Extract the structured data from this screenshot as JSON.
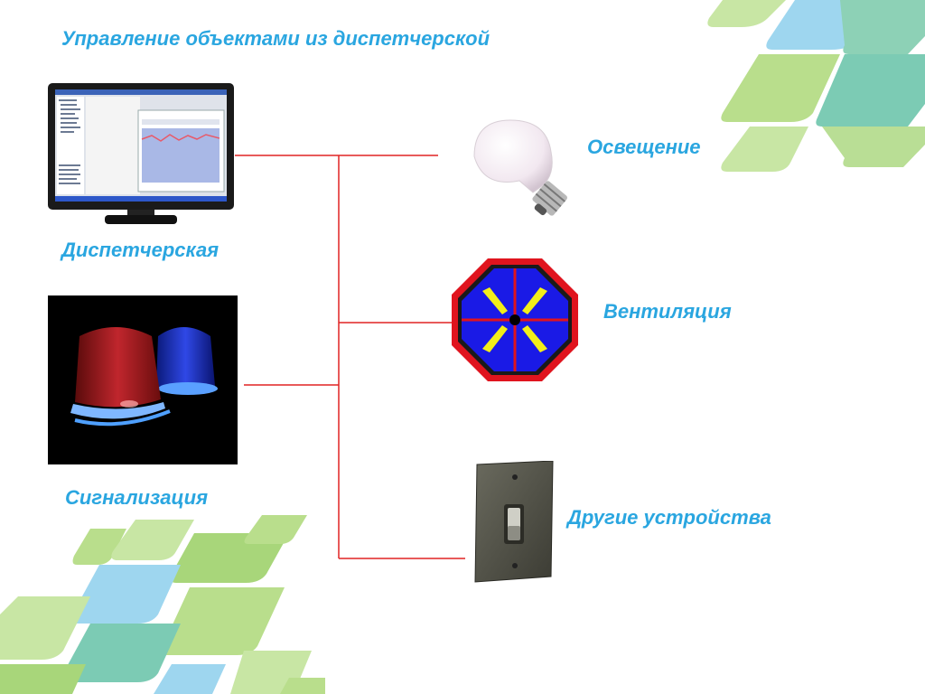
{
  "slide": {
    "title": "Управление объектами из диспетчерской"
  },
  "diagram": {
    "sources": [
      {
        "id": "dispatch",
        "label": "Диспетчерская",
        "icon": "monitor-icon"
      },
      {
        "id": "alarm",
        "label": "Сигнализация",
        "icon": "siren-icon"
      }
    ],
    "targets": [
      {
        "id": "lighting",
        "label": "Освещение",
        "icon": "light-bulb-icon"
      },
      {
        "id": "ventilation",
        "label": "Вентиляция",
        "icon": "fan-icon"
      },
      {
        "id": "other",
        "label": "Другие устройства",
        "icon": "switch-icon"
      }
    ],
    "connector_color": "#e02424"
  },
  "colors": {
    "text_accent": "#2aa6e0",
    "decor_green": "#a8d67a",
    "decor_blue": "#8fd0ef",
    "decor_teal": "#7ccbb4"
  }
}
